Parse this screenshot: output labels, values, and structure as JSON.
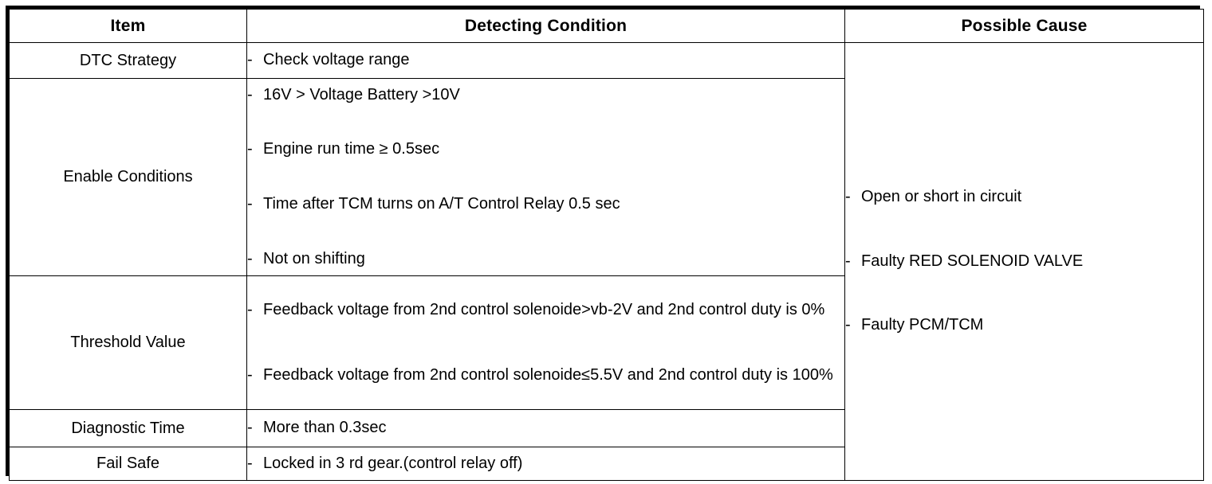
{
  "table": {
    "headers": [
      {
        "label": "Item"
      },
      {
        "label": "Detecting Condition"
      },
      {
        "label": "Possible Cause"
      }
    ],
    "rows": [
      {
        "item": "DTC Strategy",
        "conditions": [
          "Check voltage range"
        ]
      },
      {
        "item": "Enable Conditions",
        "conditions": [
          "16V > Voltage Battery >10V",
          "Engine run time ≥ 0.5sec",
          "Time after TCM turns on A/T Control Relay 0.5 sec",
          "Not on shifting"
        ]
      },
      {
        "item": "Threshold Value",
        "conditions": [
          "Feedback voltage from 2nd control solenoide>vb-2V and 2nd control duty is 0%",
          "Feedback voltage from 2nd control solenoide≤5.5V and 2nd control duty is 100%"
        ]
      },
      {
        "item": "Diagnostic Time",
        "conditions": [
          "More than 0.3sec"
        ]
      },
      {
        "item": "Fail Safe",
        "conditions": [
          "Locked in 3 rd gear.(control relay off)"
        ]
      }
    ],
    "possible_causes": [
      "Open or short in circuit",
      "Faulty RED SOLENOID VALVE",
      "Faulty PCM/TCM"
    ],
    "bullet_marker": "-"
  },
  "colors": {
    "border": "#000000",
    "text": "#000000",
    "background": "#ffffff"
  }
}
